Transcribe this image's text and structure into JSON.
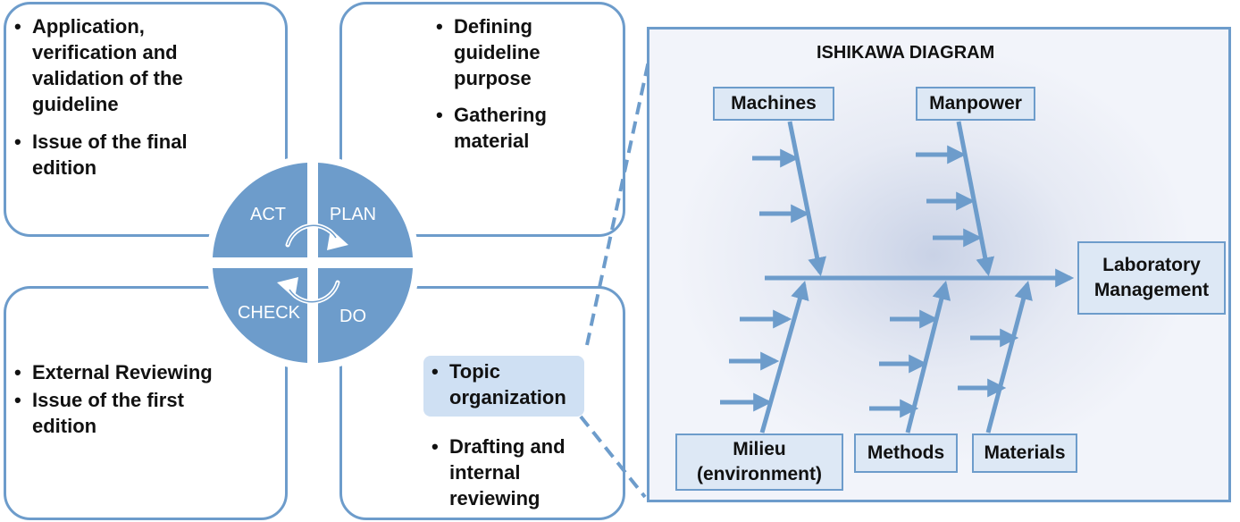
{
  "pdca": {
    "act_label": "ACT",
    "plan_label": "PLAN",
    "check_label": "CHECK",
    "do_label": "DO",
    "colors": {
      "wheel": "#6d9ccb",
      "border": "#6d9ccb",
      "highlight": "#cfe0f3"
    }
  },
  "act": {
    "items": [
      "Application, verification and validation of the guideline",
      "Issue of the final edition"
    ]
  },
  "plan": {
    "items": [
      "Defining guideline purpose",
      "Gathering material"
    ]
  },
  "check": {
    "items": [
      "External Reviewing",
      "Issue of the first edition"
    ]
  },
  "do": {
    "highlighted_item": "Topic organization",
    "items": [
      "Drafting and internal reviewing"
    ]
  },
  "ishikawa": {
    "title": "ISHIKAWA DIAGRAM",
    "effect": "Laboratory Management",
    "causes_top": [
      "Machines",
      "Manpower"
    ],
    "milieu": [
      "Milieu",
      "(environment)"
    ],
    "causes_bottom": [
      "Methods",
      "Materials"
    ],
    "colors": {
      "arrow": "#6d9ccb",
      "box_fill": "#dde8f5"
    }
  }
}
